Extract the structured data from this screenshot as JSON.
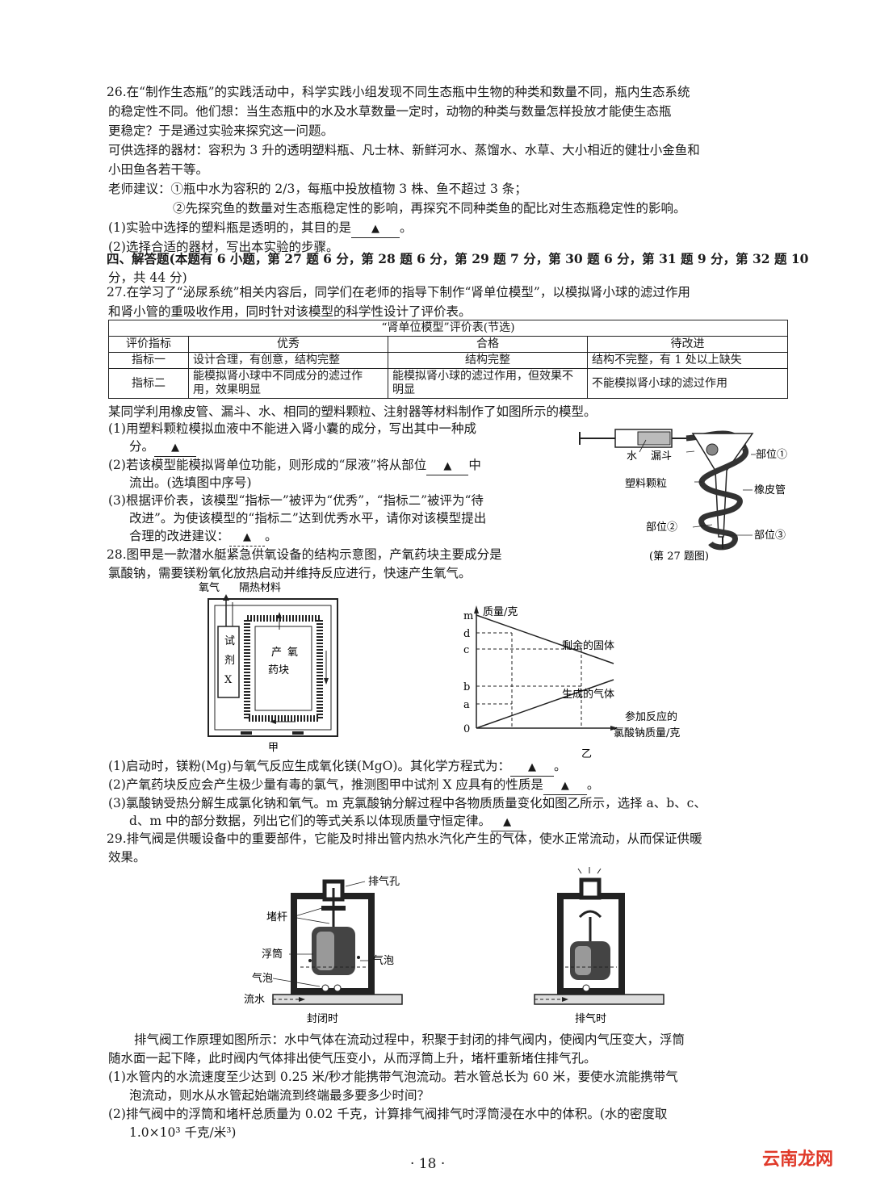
{
  "q26": {
    "l1": "26.在“制作生态瓶”的实践活动中，科学实践小组发现不同生态瓶中生物的种类和数量不同，瓶内生态系统",
    "l2": "的稳定性不同。他们想：当生态瓶中的水及水草数量一定时，动物的种类与数量怎样投放才能使生态瓶",
    "l3": "更稳定？于是通过实验来探究这一问题。",
    "l4": "可供选择的器材：容积为 3 升的透明塑料瓶、凡士林、新鲜河水、蒸馏水、水草、大小相近的健壮小金鱼和",
    "l5": "小田鱼各若干等。",
    "l6": "老师建议：①瓶中水为容积的 2/3，每瓶中投放植物 3 株、鱼不超过 3 条；",
    "l7": "②先探究鱼的数量对生态瓶稳定性的影响，再探究不同种类鱼的配比对生态瓶稳定性的影响。",
    "l8": "(1)实验中选择的塑料瓶是透明的，其目的是",
    "l8end": "。",
    "l9": "(2)选择合适的器材，写出本实验的步骤。"
  },
  "sec4": {
    "l1": "四、解答题(本题有 6 小题，第 27 题 6 分，第 28 题 6 分，第 29 题 7 分，第 30 题 6 分，第 31 题 9 分，第 32 题 10",
    "l2": "分，共 44 分)"
  },
  "q27": {
    "l1": "27.在学习了“泌尿系统”相关内容后，同学们在老师的指导下制作“肾单位模型”，以模拟肾小球的滤过作用",
    "l2": "和肾小管的重吸收作用，同时针对该模型的科学性设计了评价表。",
    "table": {
      "title": "“肾单位模型”评价表(节选)",
      "headers": [
        "评价指标",
        "优秀",
        "合格",
        "待改进"
      ],
      "rows": [
        [
          "指标一",
          "设计合理，有创意，结构完整",
          "结构完整",
          "结构不完整，有 1 处以上缺失"
        ],
        [
          "指标二",
          "能模拟肾小球中不同成分的滤过作用，效果明显",
          "能模拟肾小球的滤过作用，但效果不明显",
          "不能模拟肾小球的滤过作用"
        ]
      ]
    },
    "l3": "某同学利用橡皮管、漏斗、水、相同的塑料颗粒、注射器等材料制作了如图所示的模型。",
    "p1a": "(1)用塑料颗粒模拟血液中不能进入肾小囊的成分，写出其中一种成",
    "p1b": "分。",
    "p2a": "(2)若该模型能模拟肾单位功能，则形成的“尿液”将从部位",
    "p2a2": "中",
    "p2b": "流出。(选填图中序号)",
    "p3a": "(3)根据评价表，该模型“指标一”被评为“优秀”，“指标二”被评为“待",
    "p3b": "改进”。为使该模型的“指标二”达到优秀水平，请你对该模型提出",
    "p3c": "合理的改进建议：",
    "p3cend": "。",
    "fig": {
      "water": "水",
      "funnel": "漏斗",
      "particles": "塑料颗粒",
      "tube": "橡皮管",
      "part1": "部位①",
      "part2": "部位②",
      "part3": "部位③",
      "caption": "(第 27 题图)"
    }
  },
  "q28": {
    "l1": "28.图甲是一款潜水艇紧急供氧设备的结构示意图，产氧药块主要成分是",
    "l2": "氯酸钠，需要镁粉氧化放热启动并维持反应进行，快速产生氧气。",
    "figA": {
      "oxygen": "氧气",
      "insulation": "隔热材料",
      "reagent": [
        "试",
        "剂",
        "X"
      ],
      "block": [
        "产",
        "氧",
        "药块"
      ],
      "caption": "甲"
    },
    "figB": {
      "ylabel": "质量/克",
      "xlabel1": "参加反应的",
      "xlabel2": "氯酸钠质量/克",
      "ticks": [
        "m",
        "d",
        "c",
        "b",
        "a",
        "0"
      ],
      "solid": "剩余的固体",
      "gas": "生成的气体",
      "caption": "乙"
    },
    "p1": "(1)启动时，镁粉(Mg)与氧气反应生成氧化镁(MgO)。其化学方程式为：",
    "p1end": "。",
    "p2": "(2)产氧药块反应会产生极少量有毒的氯气，推测图甲中试剂 X 应具有的性质是",
    "p2end": "。",
    "p3a": "(3)氯酸钠受热分解生成氯化钠和氧气。m 克氯酸钠分解过程中各物质质量变化如图乙所示，选择 a、b、c、",
    "p3b": "d、m 中的部分数据，列出它们的等式关系以体现质量守恒定律。"
  },
  "chart_data": {
    "type": "line",
    "title": "",
    "xlabel": "参加反应的氯酸钠质量/克",
    "ylabel": "质量/克",
    "y_ticks": [
      "m",
      "d",
      "c",
      "b",
      "a",
      "0"
    ],
    "series": [
      {
        "name": "剩余的固体",
        "points": [
          [
            "0",
            "m"
          ],
          [
            "x2",
            "c"
          ]
        ]
      },
      {
        "name": "生成的气体",
        "points": [
          [
            "0",
            "0"
          ],
          [
            "x2",
            "b"
          ]
        ]
      }
    ]
  },
  "q29": {
    "l1": "29.排气阀是供暖设备中的重要部件，它能及时排出管内热水汽化产生的气体，使水正常流动，从而保证供暖",
    "l2": "效果。",
    "fig": {
      "vent": "排气孔",
      "rod": "堵杆",
      "float": "浮筒",
      "bubble": "气泡",
      "bubble2": "气泡",
      "flow": "流水",
      "closed": "封闭时",
      "venting": "排气时"
    },
    "l3": "排气阀工作原理如图所示：水中气体在流动过程中，积聚于封闭的排气阀内，使阀内气压变大，浮筒",
    "l4": "随水面一起下降，此时阀内气体排出使气压变小，从而浮筒上升，堵杆重新堵住排气孔。",
    "p1a": "(1)水管内的水流速度至少达到 0.25 米/秒才能携带气泡流动。若水管总长为 60 米，要使水流能携带气",
    "p1b": "泡流动，则水从水管起始端流到终端最多要多少时间？",
    "p2a": "(2)排气阀中的浮筒和堵杆总质量为 0.02 千克，计算排气阀排气时浮筒浸在水中的体积。(水的密度取",
    "p2b": "1.0×10³ 千克/米³)"
  },
  "answer_mark": "▲",
  "page_number": "· 18 ·",
  "watermark": "云南龙网"
}
